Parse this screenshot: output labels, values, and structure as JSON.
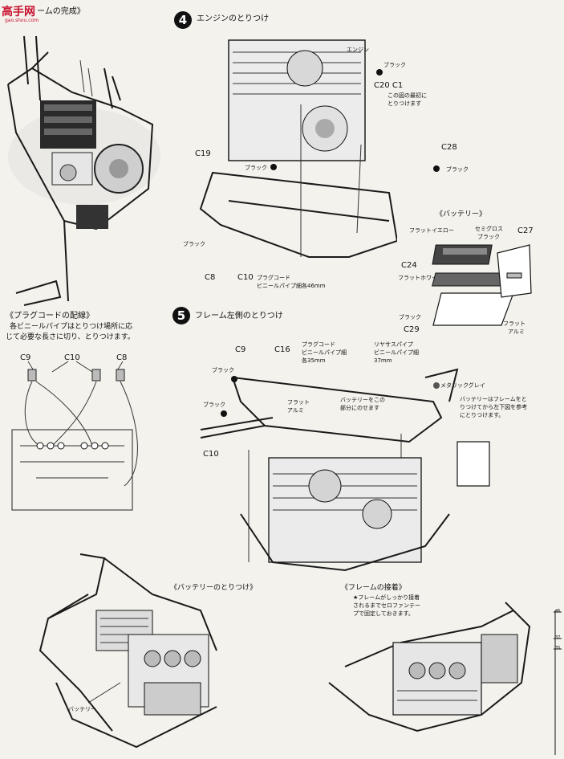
{
  "watermark": {
    "logo": "高手网",
    "site": "gao.shou.com"
  },
  "top_left": {
    "caption": "ームの完成》"
  },
  "plug_cord": {
    "title": "《プラグコードの配線》",
    "desc_line1": "各ビニールパイプはとりつけ場所に応",
    "desc_line2": "じて必要な長さに切り、とりつけます。",
    "labels": [
      "C9",
      "C10",
      "C8"
    ]
  },
  "battery_install": {
    "title": "《バッテリーのとりつけ》",
    "battery_label": "バッテリー"
  },
  "step4": {
    "number": "4",
    "title": "エンジンのとりつけ",
    "engine": "エンジン",
    "black1": "ブラック",
    "c20c1": "C20 C1",
    "note_line1": "この図の最初に",
    "note_line2": "とりつけます",
    "c28": "C28",
    "black2": "ブラック",
    "c19": "C19",
    "black3": "ブラック",
    "black4": "ブラック",
    "c8": "C8",
    "c10": "C10",
    "plugcord_line1": "プラグコード",
    "plugcord_line2": "ビニールパイプ細各46mm"
  },
  "battery": {
    "title": "《バッテリー》",
    "flat_yellow": "フラットイエロー",
    "semigloss_line1": "セミグロス",
    "semigloss_line2": "ブラック",
    "c27": "C27",
    "c24": "C24",
    "flat_white": "フラットホワイト",
    "black": "ブラック",
    "c29": "C29",
    "flat_alumi_line1": "フラット",
    "flat_alumi_line2": "アルミ"
  },
  "step5": {
    "number": "5",
    "title": "フレーム左側のとりつけ",
    "c9": "C9",
    "c16": "C16",
    "plugcord_line1": "プラグコード",
    "plugcord_line2": "ビニールパイプ細",
    "plugcord_line3": "各35mm",
    "riser_line1": "リヤサスパイプ",
    "riser_line2": "ビニールパイプ細",
    "riser_line3": "37mm",
    "black1": "ブラック",
    "black2": "ブラック",
    "metallic_grey": "メタリックグレイ",
    "flat_alumi_line1": "フラット",
    "flat_alumi_line2": "アルミ",
    "battery_note_line1": "バッテリーをこの",
    "battery_note_line2": "部分にのせます",
    "frame_note_line1": "バッテリーはフレームをと",
    "frame_note_line2": "りつけてから左下図を参考",
    "frame_note_line3": "にとりつけます。",
    "c10": "C10"
  },
  "frame_join": {
    "title": "《フレームの接着》",
    "note_line1": "★フレームがしっかり接着",
    "note_line2": "されるまでセロファンテー",
    "note_line3": "プで固定しておきます。"
  },
  "ruler": {
    "marks": [
      "46",
      "37",
      "35"
    ]
  }
}
